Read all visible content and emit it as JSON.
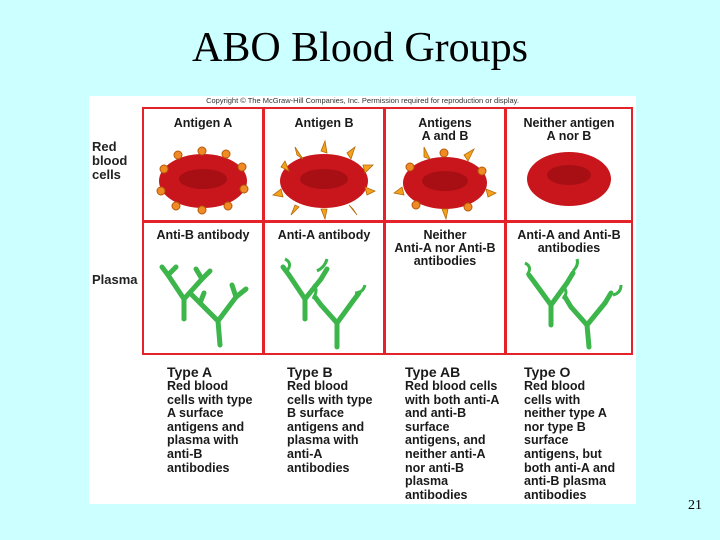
{
  "slide": {
    "title": "ABO Blood Groups",
    "page_number": "21"
  },
  "figure": {
    "copyright": "Copyright © The McGraw-Hill Companies, Inc. Permission required for reproduction or display.",
    "row_labels": {
      "red_blood_cells": "Red\nblood\ncells",
      "plasma": "Plasma"
    },
    "columns": [
      {
        "antigen": "Antigen A",
        "antibody": "Anti-B antibody",
        "type": "Type A",
        "description": "Red blood\ncells with type\nA surface\nantigens and\nplasma with\nanti-B\nantibodies"
      },
      {
        "antigen": "Antigen B",
        "antibody": "Anti-A antibody",
        "type": "Type B",
        "description": "Red blood\ncells with type\nB surface\nantigens and\nplasma with\nanti-A\nantibodies"
      },
      {
        "antigen": "Antigens\nA and B",
        "antibody": "Neither\nAnti-A nor Anti-B\nantibodies",
        "type": "Type AB",
        "description": "Red blood cells\nwith both anti-A\nand anti-B\nsurface\nantigens, and\nneither anti-A\nnor anti-B\nplasma\nantibodies"
      },
      {
        "antigen": "Neither antigen\nA nor B",
        "antibody": "Anti-A and Anti-B\nantibodies",
        "type": "Type O",
        "description": "Red blood\ncells with\nneither type A\nnor type B\nsurface\nantigens, but\nboth anti-A and\nanti-B plasma\nantibodies"
      }
    ]
  },
  "colors": {
    "background": "#ccffff",
    "grid_lines": "#e3222a",
    "cell_red": "#c8161c",
    "antigen_a": "#f08a24",
    "antigen_b": "#f4a21e",
    "antibody": "#3cb54a"
  }
}
